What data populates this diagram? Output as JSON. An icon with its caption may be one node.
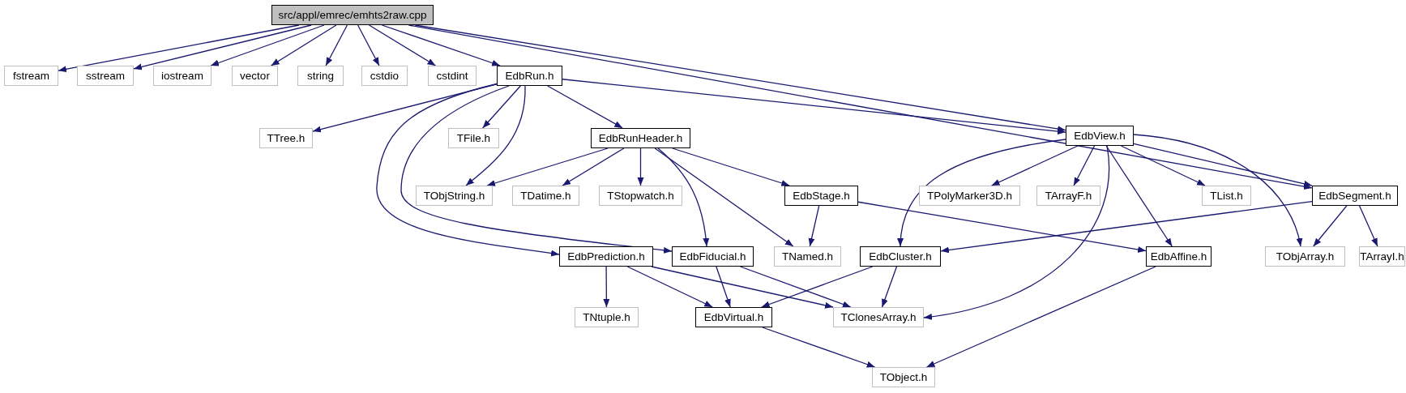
{
  "diagram": {
    "nodes": [
      {
        "text": [
          "src/appl/emrec/emhts2raw.cpp"
        ]
      },
      {
        "text": [
          "fstream"
        ]
      },
      {
        "text": [
          "sstream"
        ]
      },
      {
        "text": [
          "iostream"
        ]
      },
      {
        "text": [
          "vector"
        ]
      },
      {
        "text": [
          "string"
        ]
      },
      {
        "text": [
          "cstdio"
        ]
      },
      {
        "text": [
          "cstdint"
        ]
      },
      {
        "text": [
          "EdbRun.h"
        ]
      },
      {
        "text": [
          "TTree.h"
        ]
      },
      {
        "text": [
          "TFile.h"
        ]
      },
      {
        "text": [
          "EdbRunHeader.h"
        ]
      },
      {
        "text": [
          "EdbView.h"
        ]
      },
      {
        "text": [
          "TObjString.h"
        ]
      },
      {
        "text": [
          "TDatime.h"
        ]
      },
      {
        "text": [
          "TStopwatch.h"
        ]
      },
      {
        "text": [
          "EdbStage.h"
        ]
      },
      {
        "text": [
          "TPolyMarker3D.h"
        ]
      },
      {
        "text": [
          "TArrayF.h"
        ]
      },
      {
        "text": [
          "TList.h"
        ]
      },
      {
        "text": [
          "EdbSegment.h"
        ]
      },
      {
        "text": [
          "EdbPrediction.h"
        ]
      },
      {
        "text": [
          "EdbFiducial.h"
        ]
      },
      {
        "text": [
          "TNamed.h"
        ]
      },
      {
        "text": [
          "EdbCluster.h"
        ]
      },
      {
        "text": [
          "EdbAffine.h"
        ]
      },
      {
        "text": [
          "TObjArray.h"
        ]
      },
      {
        "text": [
          "TArrayI.h"
        ]
      },
      {
        "text": [
          "TNtuple.h"
        ]
      },
      {
        "text": [
          "EdbVirtual.h"
        ]
      },
      {
        "text": [
          "TClonesArray.h"
        ]
      },
      {
        "text": [
          "TObject.h"
        ]
      }
    ],
    "edges": [
      {
        "from": 0,
        "to": 1,
        "arrow": "to"
      },
      {
        "from": 0,
        "to": 2,
        "arrow": "to"
      },
      {
        "from": 0,
        "to": 3,
        "arrow": "to"
      },
      {
        "from": 0,
        "to": 4,
        "arrow": "to"
      },
      {
        "from": 0,
        "to": 5,
        "arrow": "to"
      },
      {
        "from": 0,
        "to": 6,
        "arrow": "to"
      },
      {
        "from": 0,
        "to": 7,
        "arrow": "to"
      },
      {
        "from": 0,
        "to": 8,
        "arrow": "to"
      },
      {
        "from": 0,
        "to": 12,
        "arrow": "to"
      },
      {
        "from": 0,
        "to": 20,
        "arrow": "to"
      },
      {
        "from": 8,
        "to": 9,
        "arrow": "to"
      },
      {
        "from": 8,
        "to": 10,
        "arrow": "to"
      },
      {
        "from": 8,
        "to": 13,
        "arrow": "to"
      },
      {
        "from": 8,
        "to": 11,
        "arrow": "to"
      },
      {
        "from": 8,
        "to": 12,
        "arrow": "to"
      },
      {
        "from": 8,
        "to": 21,
        "arrow": "to"
      },
      {
        "from": 8,
        "to": 22,
        "arrow": "to"
      },
      {
        "from": 11,
        "to": 13,
        "arrow": "to"
      },
      {
        "from": 11,
        "to": 14,
        "arrow": "to"
      },
      {
        "from": 11,
        "to": 15,
        "arrow": "to"
      },
      {
        "from": 11,
        "to": 16,
        "arrow": "to"
      },
      {
        "from": 11,
        "to": 22,
        "arrow": "to"
      },
      {
        "from": 11,
        "to": 23,
        "arrow": "to"
      },
      {
        "from": 12,
        "to": 24,
        "arrow": "to"
      },
      {
        "from": 12,
        "to": 17,
        "arrow": "to"
      },
      {
        "from": 12,
        "to": 18,
        "arrow": "to"
      },
      {
        "from": 12,
        "to": 30,
        "arrow": "to"
      },
      {
        "from": 12,
        "to": 25,
        "arrow": "to"
      },
      {
        "from": 12,
        "to": 19,
        "arrow": "to"
      },
      {
        "from": 12,
        "to": 20,
        "arrow": "to"
      },
      {
        "from": 12,
        "to": 26,
        "arrow": "to"
      },
      {
        "from": 20,
        "to": 24,
        "arrow": "to"
      },
      {
        "from": 20,
        "to": 26,
        "arrow": "to"
      },
      {
        "from": 20,
        "to": 27,
        "arrow": "to"
      },
      {
        "from": 16,
        "to": 23,
        "arrow": "to"
      },
      {
        "from": 16,
        "to": 25,
        "arrow": "to"
      },
      {
        "from": 21,
        "to": 28,
        "arrow": "to"
      },
      {
        "from": 21,
        "to": 29,
        "arrow": "to"
      },
      {
        "from": 21,
        "to": 30,
        "arrow": "to"
      },
      {
        "from": 22,
        "to": 29,
        "arrow": "to"
      },
      {
        "from": 22,
        "to": 30,
        "arrow": "to"
      },
      {
        "from": 24,
        "to": 29,
        "arrow": "to"
      },
      {
        "from": 24,
        "to": 30,
        "arrow": "to"
      },
      {
        "from": 25,
        "to": 31,
        "arrow": "to"
      },
      {
        "from": 29,
        "to": 31,
        "arrow": "to"
      }
    ]
  }
}
